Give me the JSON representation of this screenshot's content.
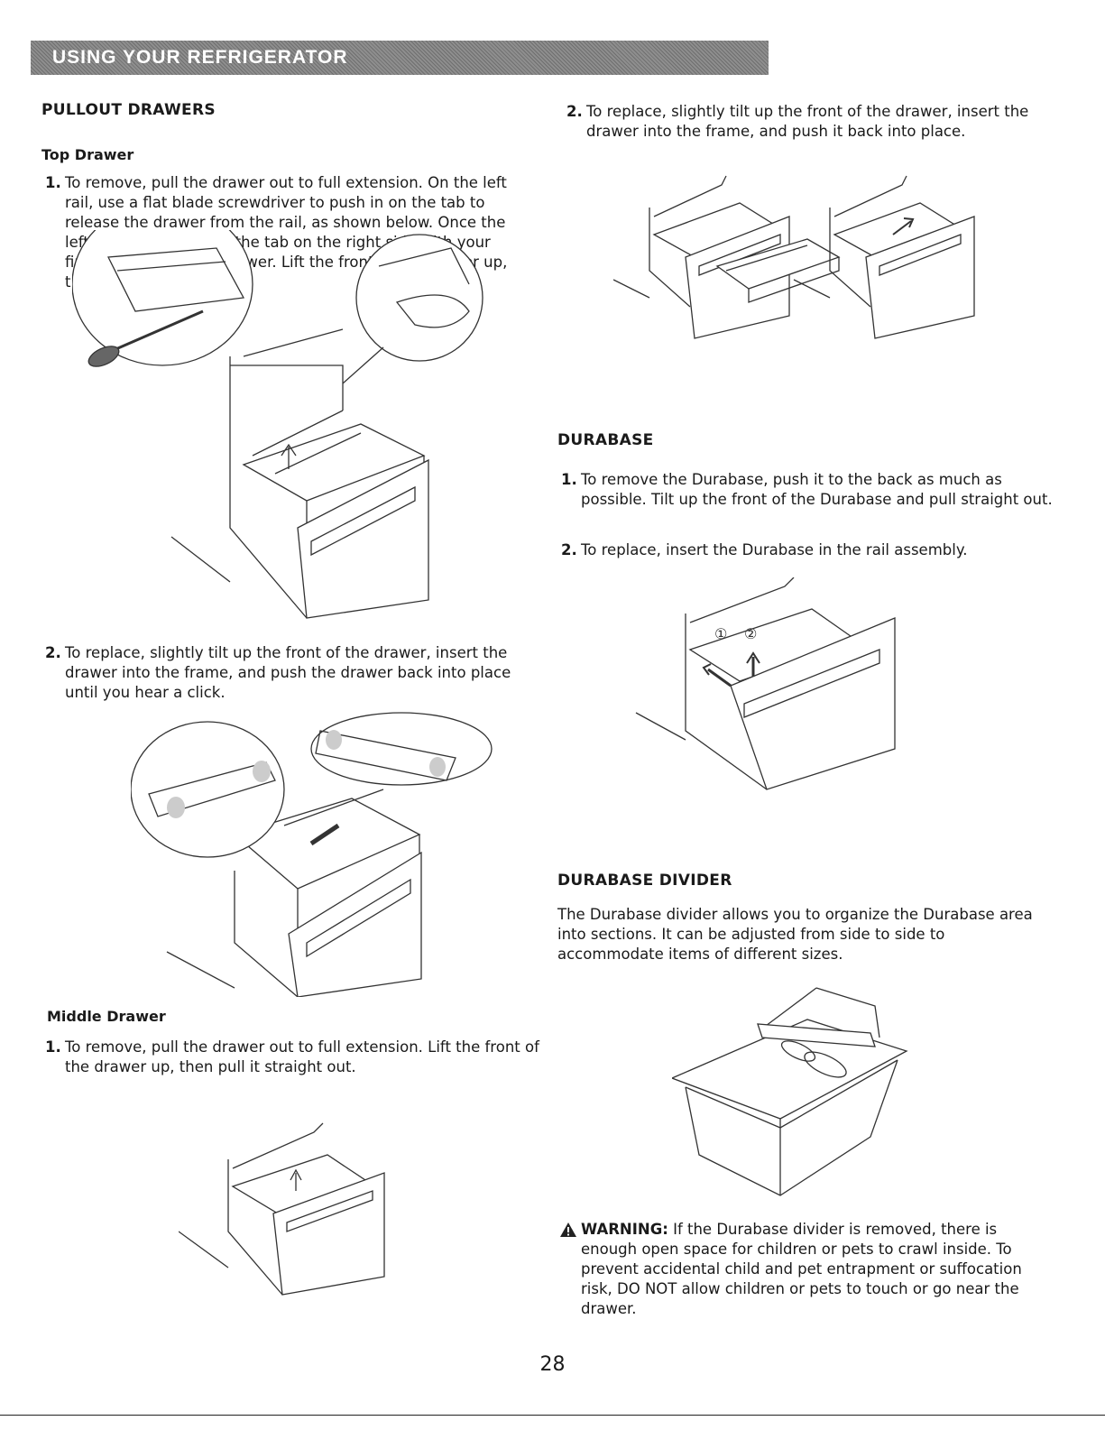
{
  "banner": {
    "title": "USING YOUR REFRIGERATOR"
  },
  "left": {
    "section_title": "PULLOUT DRAWERS",
    "top_drawer": {
      "heading": "Top Drawer",
      "steps": [
        {
          "num": "1.",
          "text": "To remove, pull the drawer out to full extension. On the left rail, use a flat blade screwdriver to push in on the tab to release the drawer from the rail, as shown below. Once the left side is loose, push the tab on the right side with your finger to release the drawer. Lift the front of the drawer up, then pull it straight out."
        },
        {
          "num": "2.",
          "text": "To replace, slightly tilt up the front of the drawer, insert the drawer into the frame, and push the drawer back into place until you hear a click."
        }
      ]
    },
    "middle_drawer": {
      "heading": "Middle Drawer",
      "steps": [
        {
          "num": "1.",
          "text": "To remove, pull the drawer out to full extension. Lift the front of the drawer up, then pull it straight out."
        }
      ]
    }
  },
  "right": {
    "middle_step2": {
      "num": "2.",
      "text": "To replace, slightly tilt up the front of the drawer, insert the drawer into the frame, and push it back into place."
    },
    "durabase": {
      "title": "DURABASE",
      "steps": [
        {
          "num": "1.",
          "text": "To remove the Durabase, push it to the back as much as possible. Tilt up the front of the Durabase and pull straight out."
        },
        {
          "num": "2.",
          "text": "To replace, insert the Durabase in the rail assembly."
        }
      ],
      "markers": [
        "①",
        "②"
      ]
    },
    "divider": {
      "title": "DURABASE DIVIDER",
      "text": "The Durabase divider allows you to organize the Durabase area into sections. It can be adjusted from side to side to accommodate items of different sizes."
    },
    "warning": {
      "label": "WARNING:",
      "text": " If the Durabase divider is removed, there is enough open space for children or pets to crawl inside. To prevent accidental child and pet entrapment or suffocation risk, DO NOT allow children or pets to touch or go near the drawer."
    }
  },
  "page_number": "28"
}
